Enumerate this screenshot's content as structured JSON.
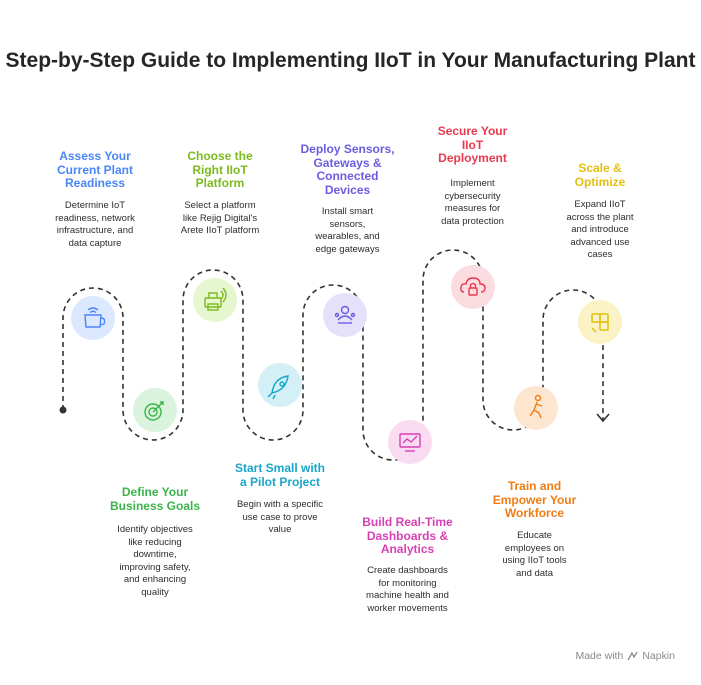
{
  "title": "Step-by-Step Guide to Implementing IIoT in Your Manufacturing Plant",
  "steps": [
    {
      "title": "Assess Your\nCurrent Plant\nReadiness",
      "desc": "Determine IoT\nreadiness, network\ninfrastructure, and\ndata capture",
      "color": "#4a86f7",
      "circle": "#dbe8ff",
      "icon": "kettle-wifi-icon"
    },
    {
      "title": "Define Your\nBusiness Goals",
      "desc": "Identify objectives\nlike reducing\ndowntime,\nimproving safety,\nand enhancing\nquality",
      "color": "#3cb34a",
      "circle": "#d9f3dd",
      "icon": "target-icon"
    },
    {
      "title": "Choose the\nRight IIoT\nPlatform",
      "desc": "Select a platform\nlike Rejig Digital's\nArete IIoT platform",
      "color": "#7cba1e",
      "circle": "#e6f6cf",
      "icon": "printer-wireless-icon"
    },
    {
      "title": "Start Small with\na Pilot Project",
      "desc": "Begin with a specific\nuse case to prove\nvalue",
      "color": "#18a6c9",
      "circle": "#d3f0f6",
      "icon": "rocket-icon"
    },
    {
      "title": "Deploy Sensors,\nGateways &\nConnected\nDevices",
      "desc": "Install smart\nsensors,\nwearables, and\nedge gateways",
      "color": "#6b5ce0",
      "circle": "#e5e1fb",
      "icon": "connected-devices-icon"
    },
    {
      "title": "Build Real-Time\nDashboards &\nAnalytics",
      "desc": "Create dashboards\nfor monitoring\nmachine health and\nworker movements",
      "color": "#d93fb4",
      "circle": "#f9dcf1",
      "icon": "dashboard-icon"
    },
    {
      "title": "Secure Your\nIIoT\nDeployment",
      "desc": "Implement\ncybersecurity\nmeasures for\ndata protection",
      "color": "#e8394f",
      "circle": "#fbdde1",
      "icon": "cloud-lock-icon"
    },
    {
      "title": "Train and\nEmpower Your\nWorkforce",
      "desc": "Educate\nemployees on\nusing IIoT tools\nand data",
      "color": "#f07c14",
      "circle": "#fde6cf",
      "icon": "person-running-icon"
    },
    {
      "title": "Scale &\nOptimize",
      "desc": "Expand IIoT\nacross the plant\nand introduce\nadvanced use\ncases",
      "color": "#e3bf0c",
      "circle": "#fbf2c5",
      "icon": "scale-blocks-icon"
    }
  ],
  "footer": {
    "label": "Made with",
    "brand": "Napkin",
    "icon": "napkin-logo-icon"
  }
}
